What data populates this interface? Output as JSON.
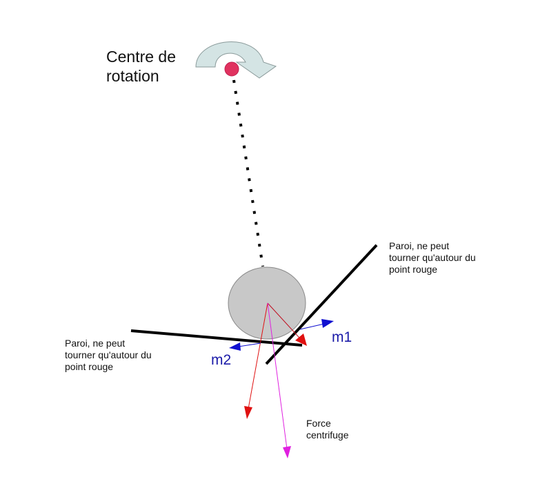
{
  "labels": {
    "center_rotation": [
      "Centre de",
      "rotation"
    ],
    "wall_right": [
      "Paroi, ne peut",
      "tourner qu'autour du",
      "point rouge"
    ],
    "wall_left": [
      "Paroi, ne peut",
      "tourner qu'autour du",
      "point rouge"
    ],
    "force": [
      "Force",
      "centrifuge"
    ],
    "m1": "m1",
    "m2": "m2"
  },
  "colors": {
    "rotation_arrow": "#d4e4e4",
    "pivot_dot": "#e0325f",
    "ball": "#c8c8c8",
    "red_force": "#e01010",
    "centrifugal": "#e020e0",
    "moment": "#1010d0"
  }
}
